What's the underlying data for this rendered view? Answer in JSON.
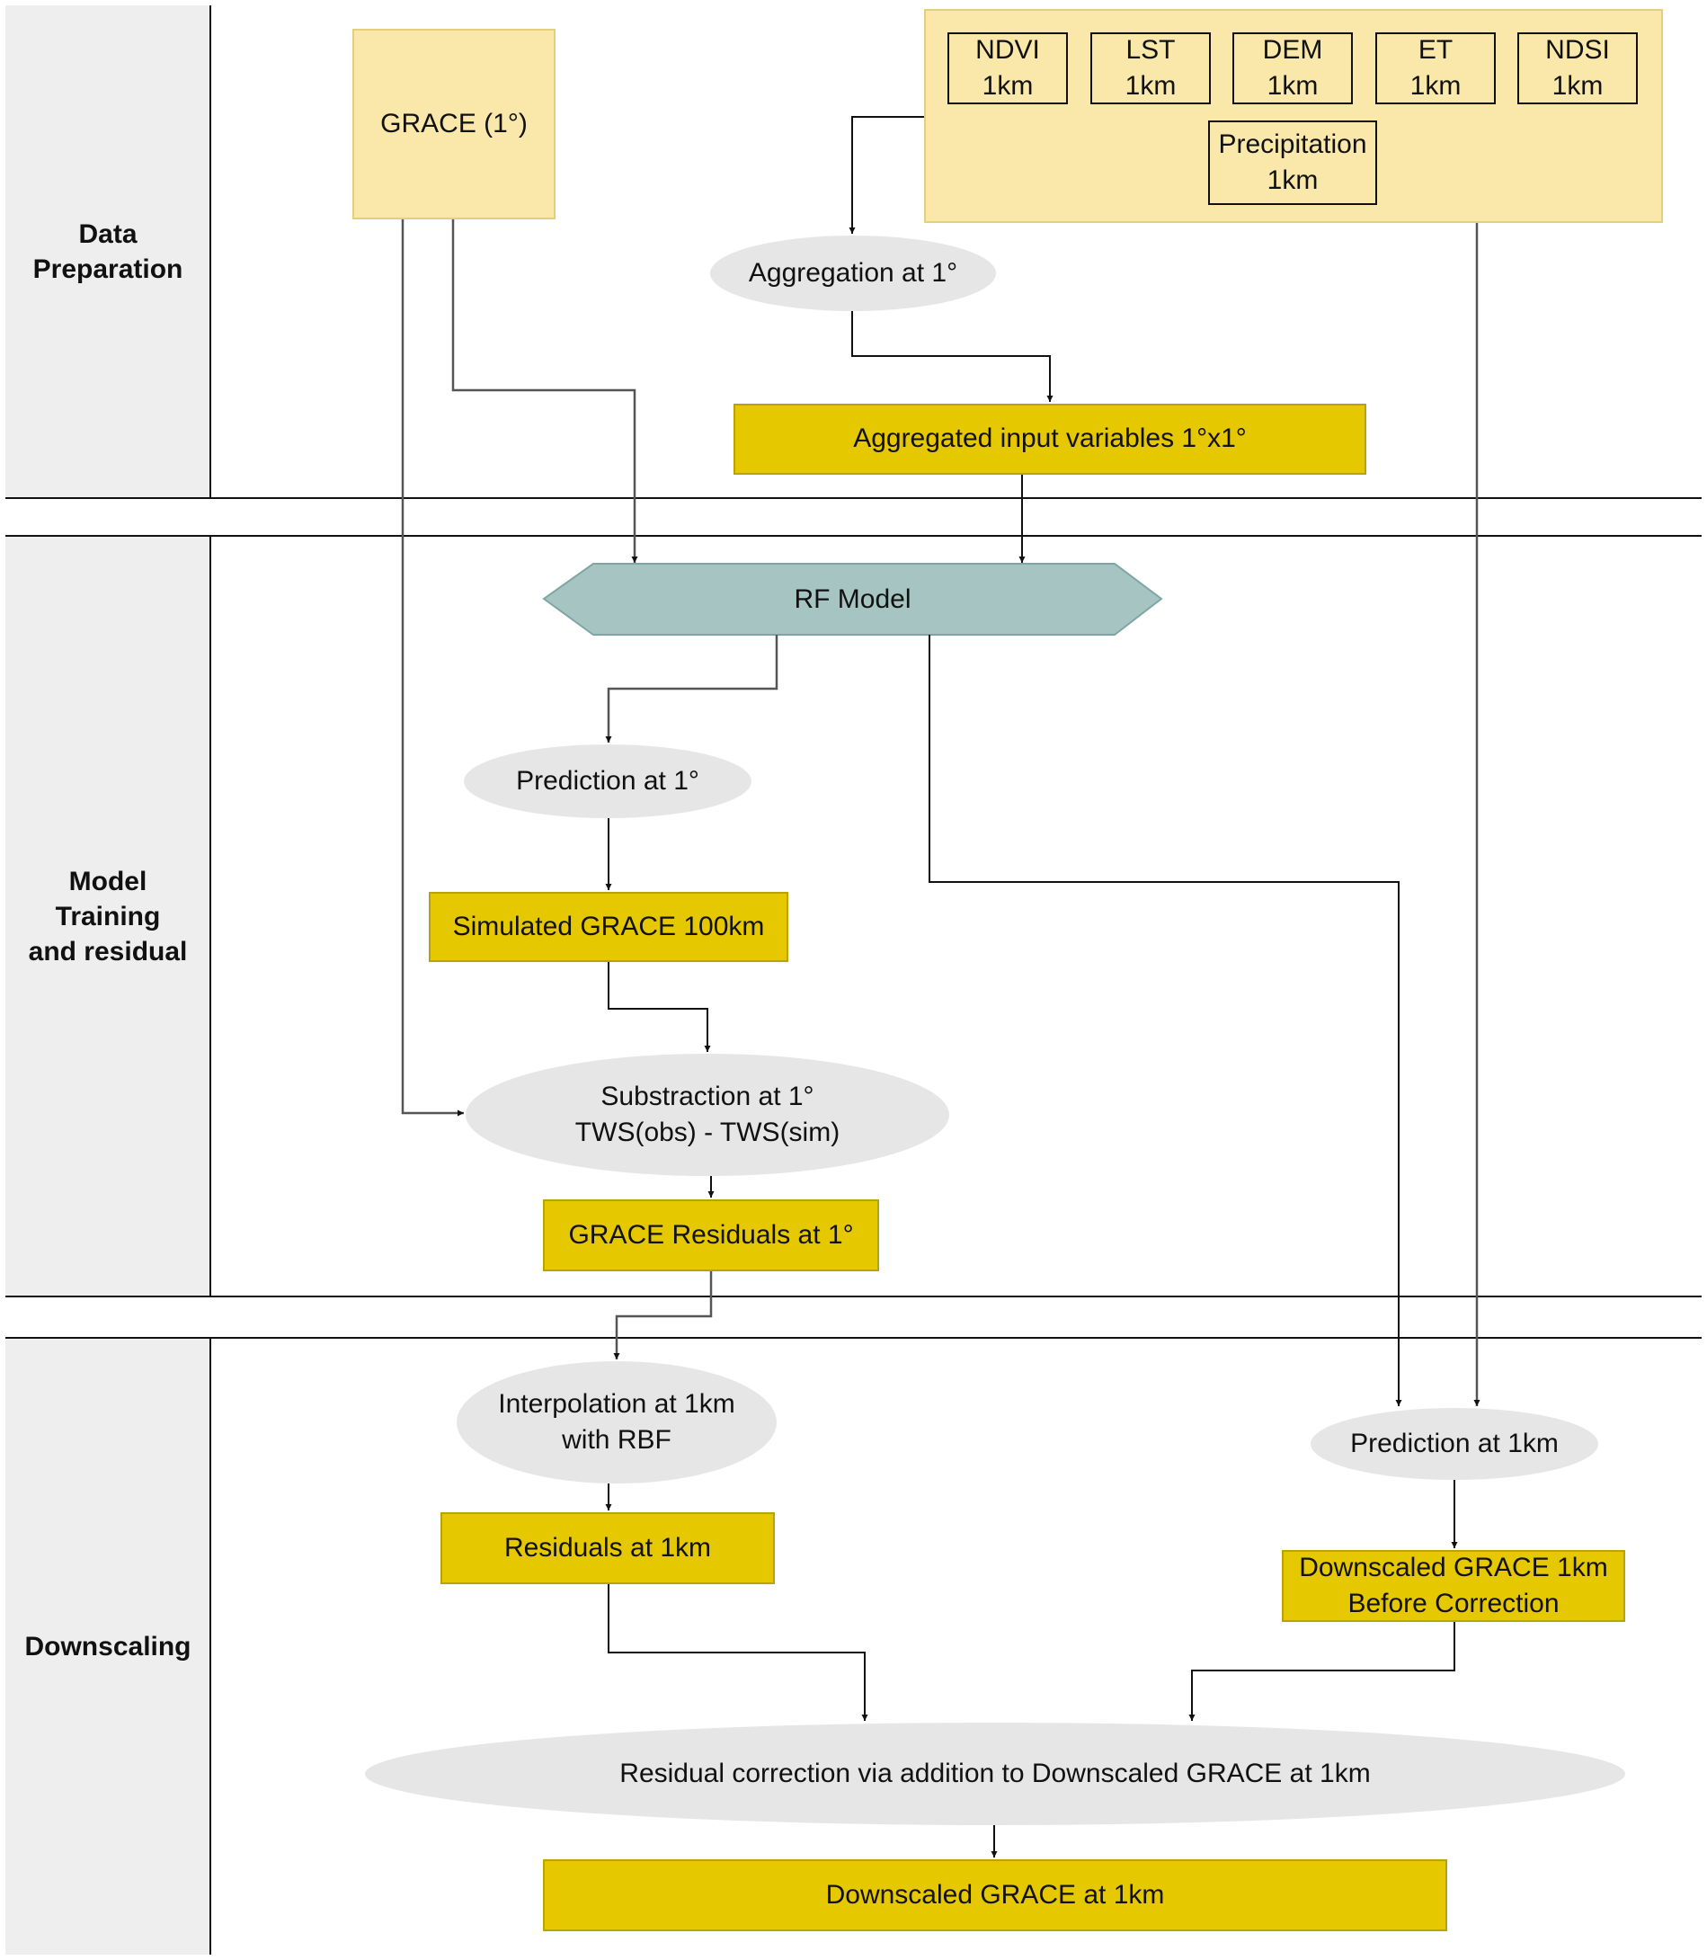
{
  "lanes": {
    "data_preparation": "Data\nPreparation",
    "model_training": "Model\nTraining\nand residual",
    "downscaling": "Downscaling"
  },
  "nodes": {
    "grace_1deg": "GRACE (1°)",
    "input_vars": [
      {
        "id": "ndvi",
        "label": "NDVI\n1km"
      },
      {
        "id": "lst",
        "label": "LST\n1km"
      },
      {
        "id": "dem",
        "label": "DEM\n1km"
      },
      {
        "id": "et",
        "label": "ET\n1km"
      },
      {
        "id": "ndsi",
        "label": "NDSI\n1km"
      },
      {
        "id": "precipitation",
        "label": "Precipitation\n1km"
      }
    ],
    "aggregation": "Aggregation at 1°",
    "aggregated_inputs": "Aggregated  input variables 1°x1°",
    "rf_model": "RF Model",
    "prediction_1deg": "Prediction at 1°",
    "simulated_grace": "Simulated GRACE 100km",
    "subtraction": "Substraction at 1°\nTWS(obs) - TWS(sim)",
    "grace_residuals": "GRACE Residuals at 1°",
    "interpolation": "Interpolation at 1km\nwith RBF",
    "residuals_1km": "Residuals at 1km",
    "prediction_1km": "Prediction at 1km",
    "downscaled_before": "Downscaled GRACE 1km\nBefore Correction",
    "residual_correction": "Residual correction via addition to Downscaled GRACE at 1km",
    "downscaled_final": "Downscaled GRACE at 1km"
  },
  "colors": {
    "light_box": "#f9e8aa",
    "dark_box": "#e5c800",
    "ellipse": "#e6e6e6",
    "rf_model": "#a5c4c2",
    "lane": "#eeeeee"
  }
}
